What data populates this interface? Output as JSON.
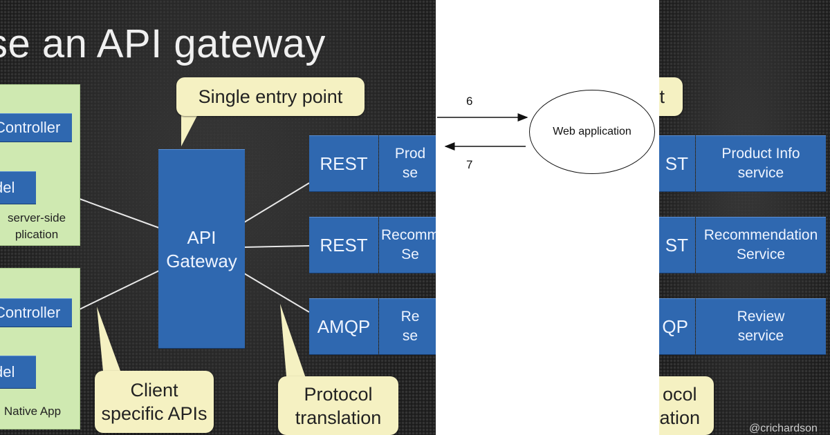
{
  "left_slide": {
    "title": "se an API gateway",
    "client_top": {
      "controller": "Controller",
      "model": "del",
      "caption": " server-side\nplication"
    },
    "client_bottom": {
      "controller": "Controller",
      "model": "del",
      "caption": "Native App"
    },
    "gateway": "API\nGateway",
    "callouts": {
      "entry": "Single entry point",
      "client_apis": "Client\nspecific APIs",
      "protocol": "Protocol\ntranslation"
    },
    "services": [
      {
        "protocol": "REST",
        "name": "Prod\nse"
      },
      {
        "protocol": "REST",
        "name": "Recomm\nSe"
      },
      {
        "protocol": "AMQP",
        "name": "Re\nse"
      }
    ]
  },
  "center_diagram": {
    "ellipse_label": "Web application",
    "arrow_out_label": "6",
    "arrow_in_label": "7"
  },
  "right_slide": {
    "callout_entry": "t",
    "callout_protocol": "ocol\nation",
    "services": [
      {
        "protocol": "ST",
        "name": "Product Info\nservice"
      },
      {
        "protocol": "ST",
        "name": "Recommendation\nService"
      },
      {
        "protocol": "QP",
        "name": "Review\nservice"
      }
    ],
    "watermark": "@crichardson"
  }
}
